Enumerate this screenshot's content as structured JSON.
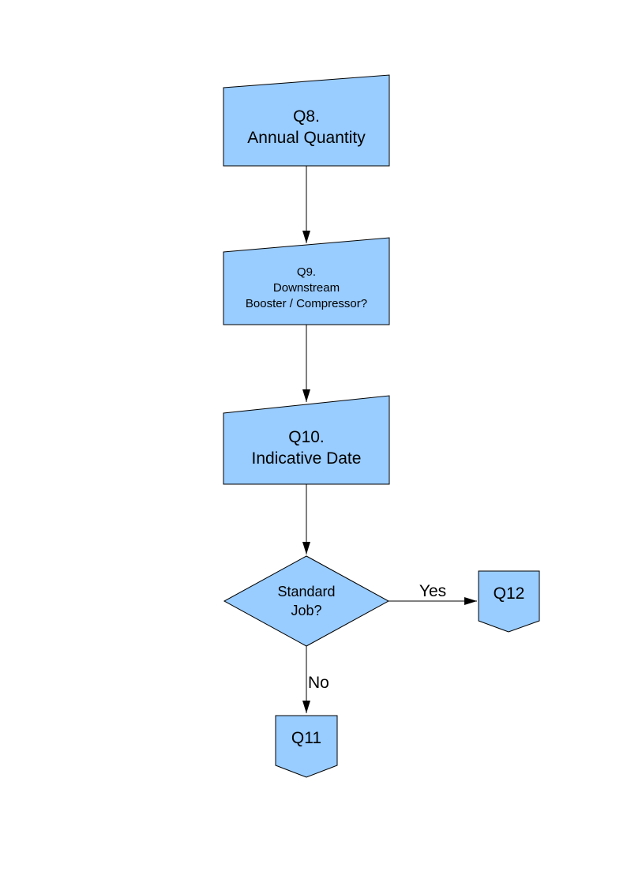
{
  "page": {
    "background": "#FFFFFF"
  },
  "colors": {
    "node_fill": "#99CCFF",
    "node_stroke": "#000000",
    "connector": "#000000",
    "text": "#000000"
  },
  "nodes": {
    "q8": {
      "shape": "manual-input",
      "lines": [
        "Q8.",
        "Annual Quantity"
      ]
    },
    "q9": {
      "shape": "manual-input",
      "lines": [
        "Q9.",
        "Downstream",
        "Booster / Compressor?"
      ]
    },
    "q10": {
      "shape": "manual-input",
      "lines": [
        "Q10.",
        "Indicative Date"
      ]
    },
    "decision": {
      "shape": "decision-diamond",
      "lines": [
        "Standard",
        "Job?"
      ]
    },
    "q12": {
      "shape": "off-page-connector",
      "label": "Q12"
    },
    "q11": {
      "shape": "off-page-connector",
      "label": "Q11"
    }
  },
  "edges": {
    "yes": {
      "label": "Yes"
    },
    "no": {
      "label": "No"
    }
  }
}
